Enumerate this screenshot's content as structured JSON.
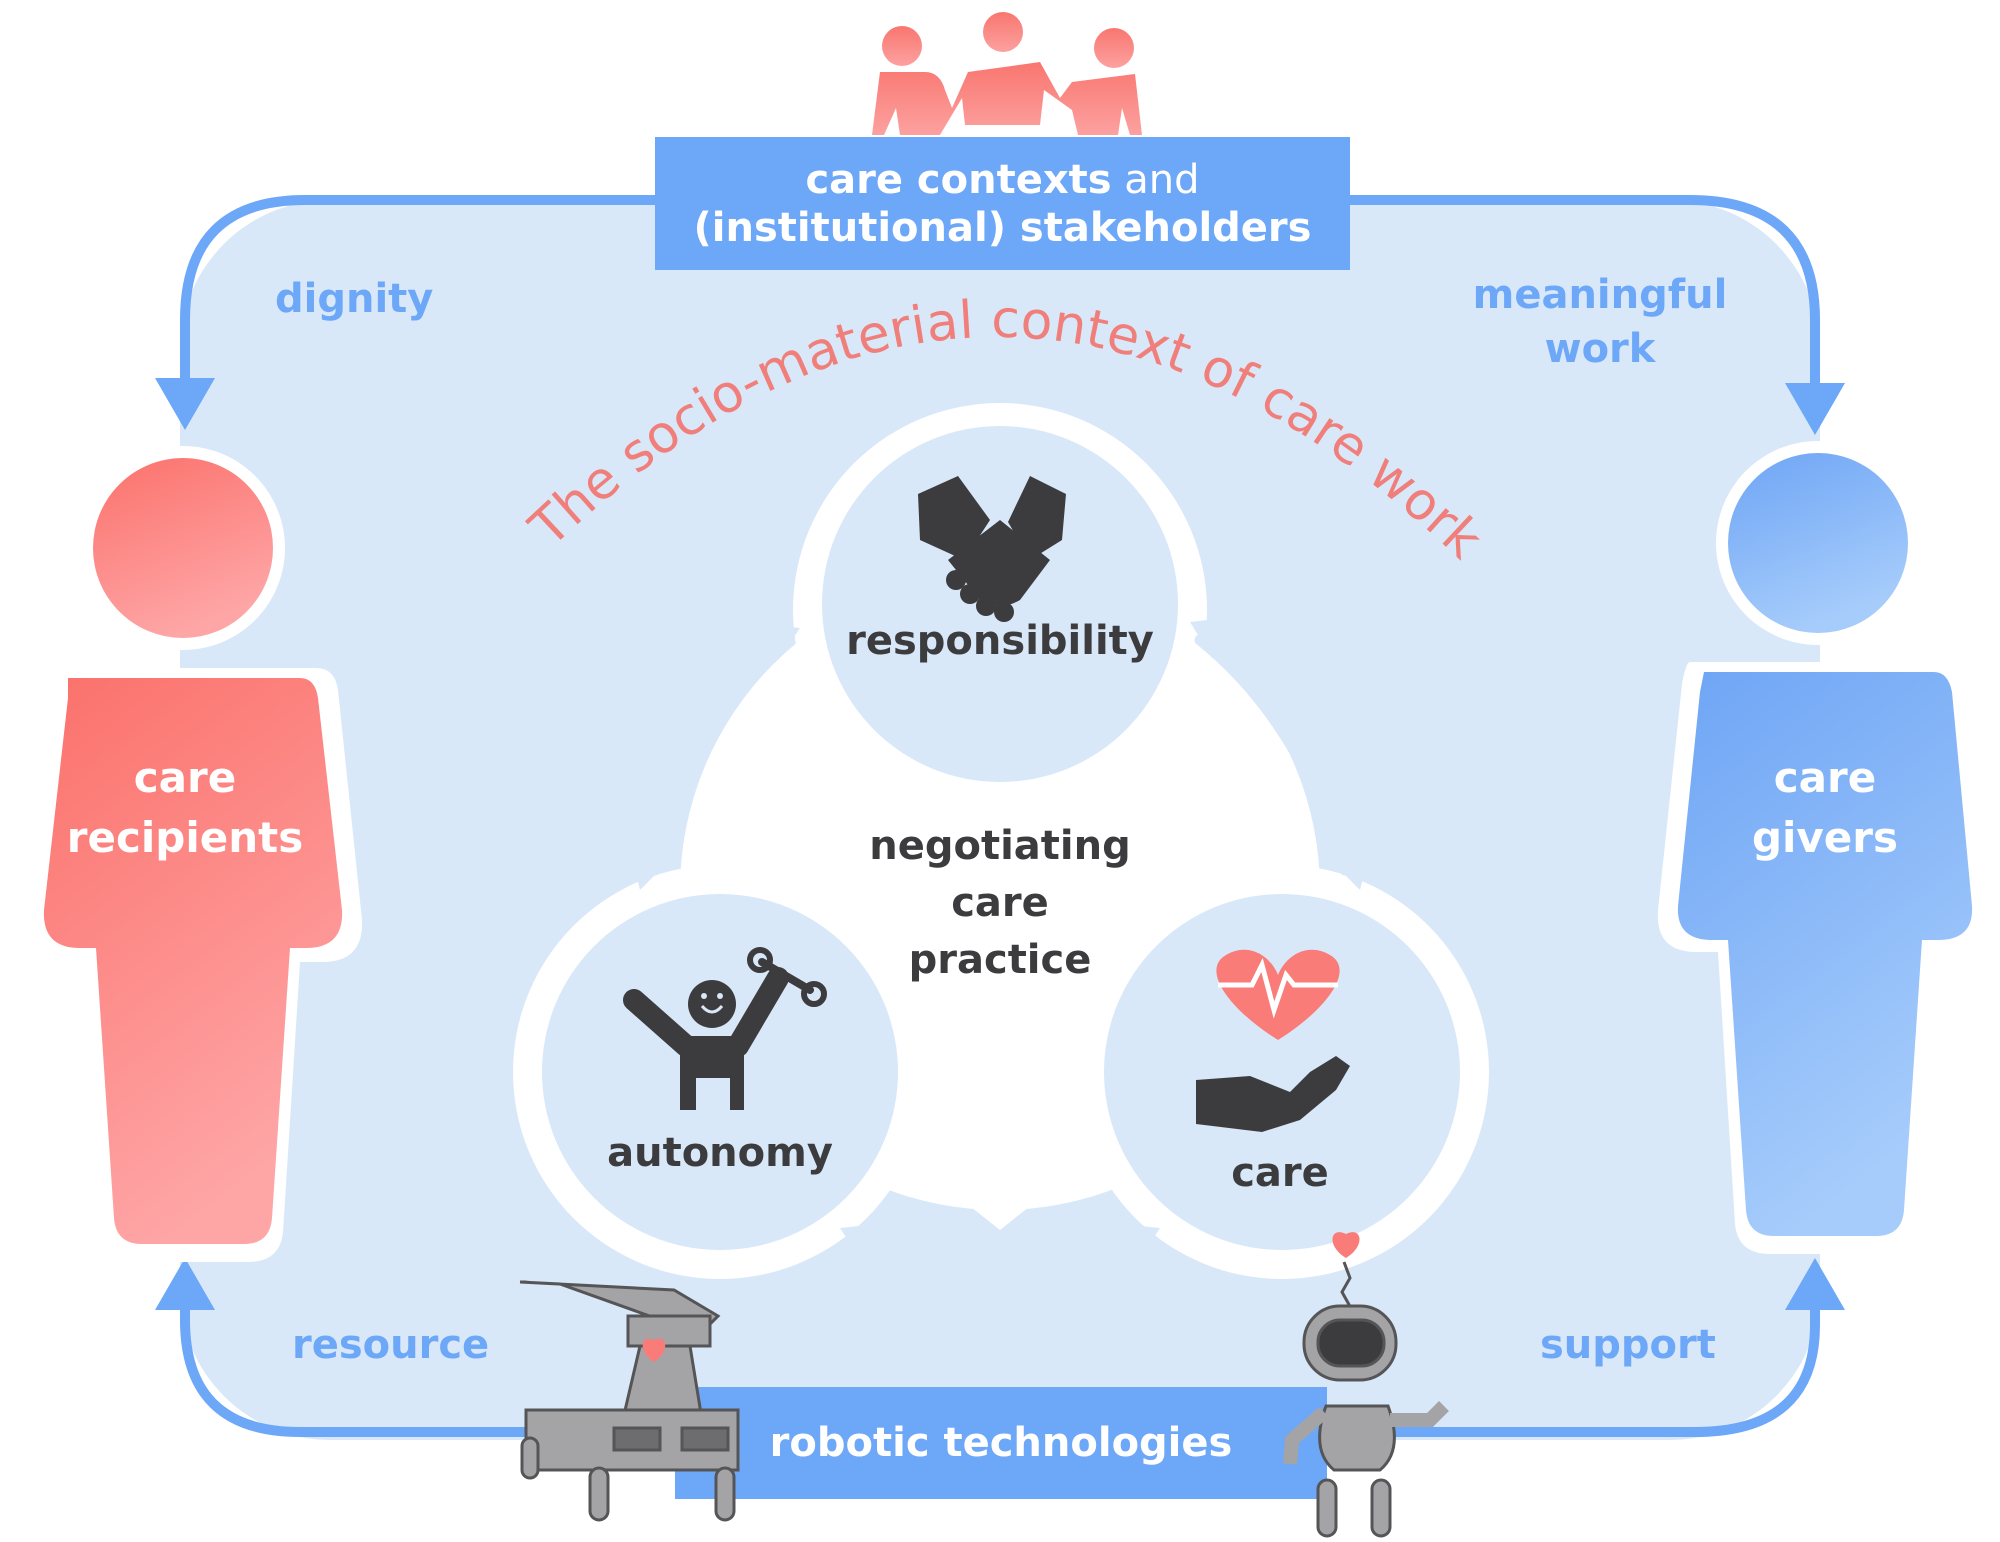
{
  "top_box": {
    "line1_bold": "care contexts",
    "line1_rest": " and",
    "line2": "(institutional) stakeholders"
  },
  "bottom_box": {
    "label": "robotic technologies"
  },
  "arc_title": "The socio-material context of care work",
  "corner_labels": {
    "top_left": "dignity",
    "top_right_1": "meaningful",
    "top_right_2": "work",
    "bottom_left": "resource",
    "bottom_right": "support"
  },
  "recipients": {
    "line1": "care",
    "line2": "recipients"
  },
  "givers": {
    "line1": "care",
    "line2": "givers"
  },
  "center": {
    "line1": "negotiating",
    "line2": "care",
    "line3": "practice"
  },
  "nodes": {
    "top": "responsibility",
    "left": "autonomy",
    "right": "care"
  },
  "colors": {
    "blue_accent": "#6da7f7",
    "blue_light": "#d8e8f8",
    "red_accent": "#f97c78",
    "icon_dark": "#3c3c3e",
    "robot_gray": "#a4a4a6",
    "arc_text": "#f07f7b"
  },
  "icons": [
    "people-holding-hands-icon",
    "handshake-icon",
    "person-wrench-icon",
    "heart-pulse-icon",
    "open-hand-icon",
    "walker-robot-icon",
    "humanoid-robot-icon"
  ]
}
